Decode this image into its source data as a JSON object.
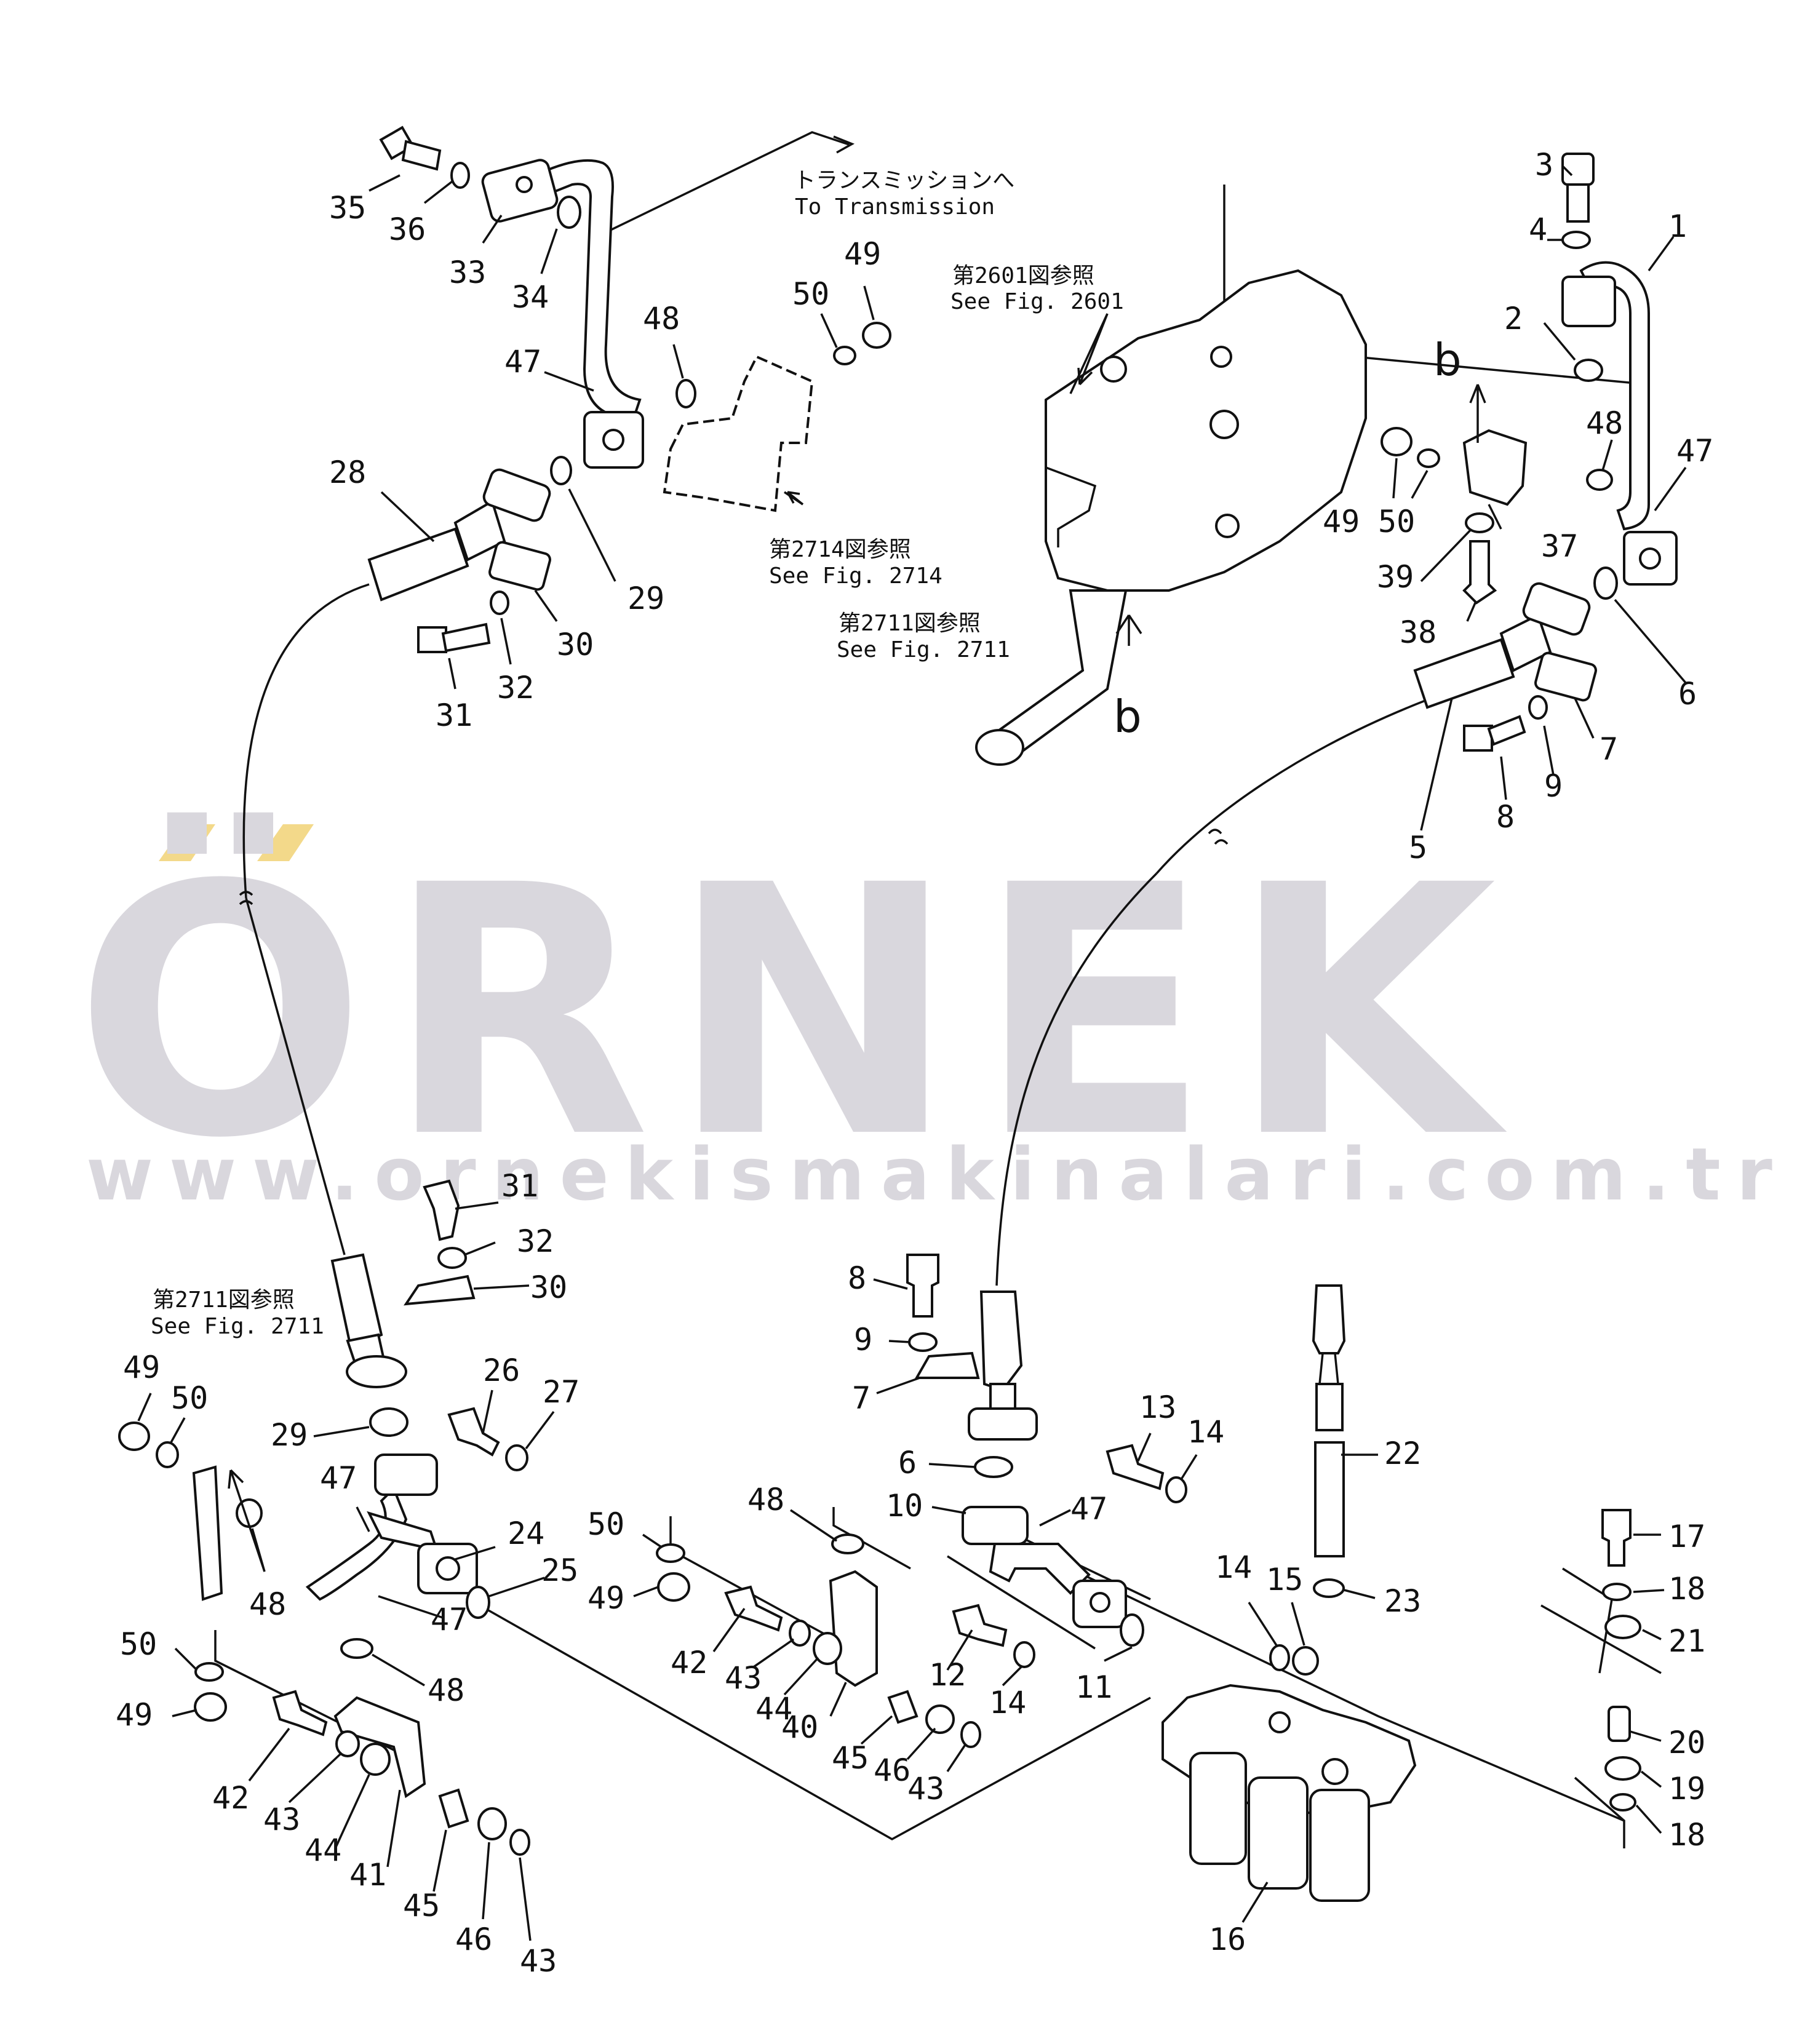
{
  "watermark": {
    "brand": "ÖRNEK",
    "url": "www.ornekismakinalari.com.tr",
    "accent_color": "#f3d98a",
    "text_color": "#d9d7dd"
  },
  "notes": {
    "to_transmission_jp": "トランスミッションへ",
    "to_transmission_en": "To Transmission",
    "fig2601_jp": "第2601図参照",
    "fig2601_en": "See Fig. 2601",
    "fig2714_jp": "第2714図参照",
    "fig2714_en": "See Fig. 2714",
    "fig2711a_jp": "第2711図参照",
    "fig2711a_en": "See Fig. 2711",
    "fig2711b_jp": "第2711図参照",
    "fig2711b_en": "See Fig. 2711"
  },
  "detail_marks": [
    "b",
    "b"
  ],
  "callouts": [
    "35",
    "36",
    "33",
    "34",
    "47",
    "48",
    "50",
    "49",
    "28",
    "29",
    "30",
    "32",
    "31",
    "3",
    "4",
    "1",
    "2",
    "48",
    "47",
    "49",
    "50",
    "37",
    "39",
    "38",
    "6",
    "7",
    "9",
    "8",
    "5",
    "31",
    "32",
    "30",
    "29",
    "26",
    "27",
    "47",
    "24",
    "25",
    "47",
    "48",
    "49",
    "50",
    "48",
    "50",
    "49",
    "42",
    "43",
    "44",
    "41",
    "45",
    "46",
    "43",
    "8",
    "9",
    "7",
    "6",
    "10",
    "47",
    "13",
    "14",
    "11",
    "12",
    "14",
    "50",
    "49",
    "48",
    "42",
    "43",
    "44",
    "40",
    "45",
    "46",
    "43",
    "22",
    "23",
    "14",
    "15",
    "16",
    "17",
    "18",
    "21",
    "20",
    "19",
    "18"
  ]
}
